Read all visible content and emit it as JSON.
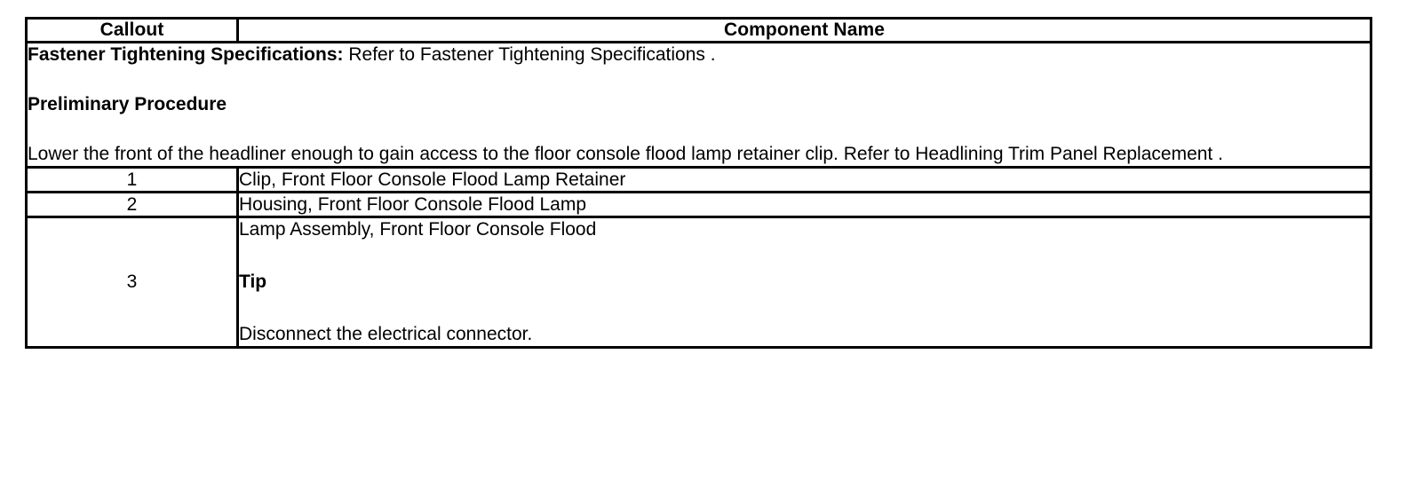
{
  "document": {
    "type": "service-manual-callout-table"
  },
  "table": {
    "headers": {
      "callout": "Callout",
      "component_name": "Component Name"
    },
    "intro_row": {
      "fastener_label": "Fastener Tightening Specifications:",
      "fastener_text": " Refer to Fastener Tightening Specifications .",
      "preliminary_heading": "Preliminary Procedure",
      "preliminary_text": "Lower the front of the headliner enough to gain access to the floor console flood lamp retainer clip. Refer to Headlining Trim Panel Replacement ."
    },
    "rows": [
      {
        "callout": "1",
        "name": "Clip, Front Floor Console Flood Lamp Retainer"
      },
      {
        "callout": "2",
        "name": "Housing, Front Floor Console Flood Lamp"
      },
      {
        "callout": "3",
        "name": "Lamp Assembly, Front Floor Console Flood",
        "tip_heading": "Tip",
        "tip_text": "Disconnect the electrical connector."
      }
    ]
  },
  "colors": {
    "border": "#000000",
    "background": "#ffffff",
    "text": "#000000"
  }
}
